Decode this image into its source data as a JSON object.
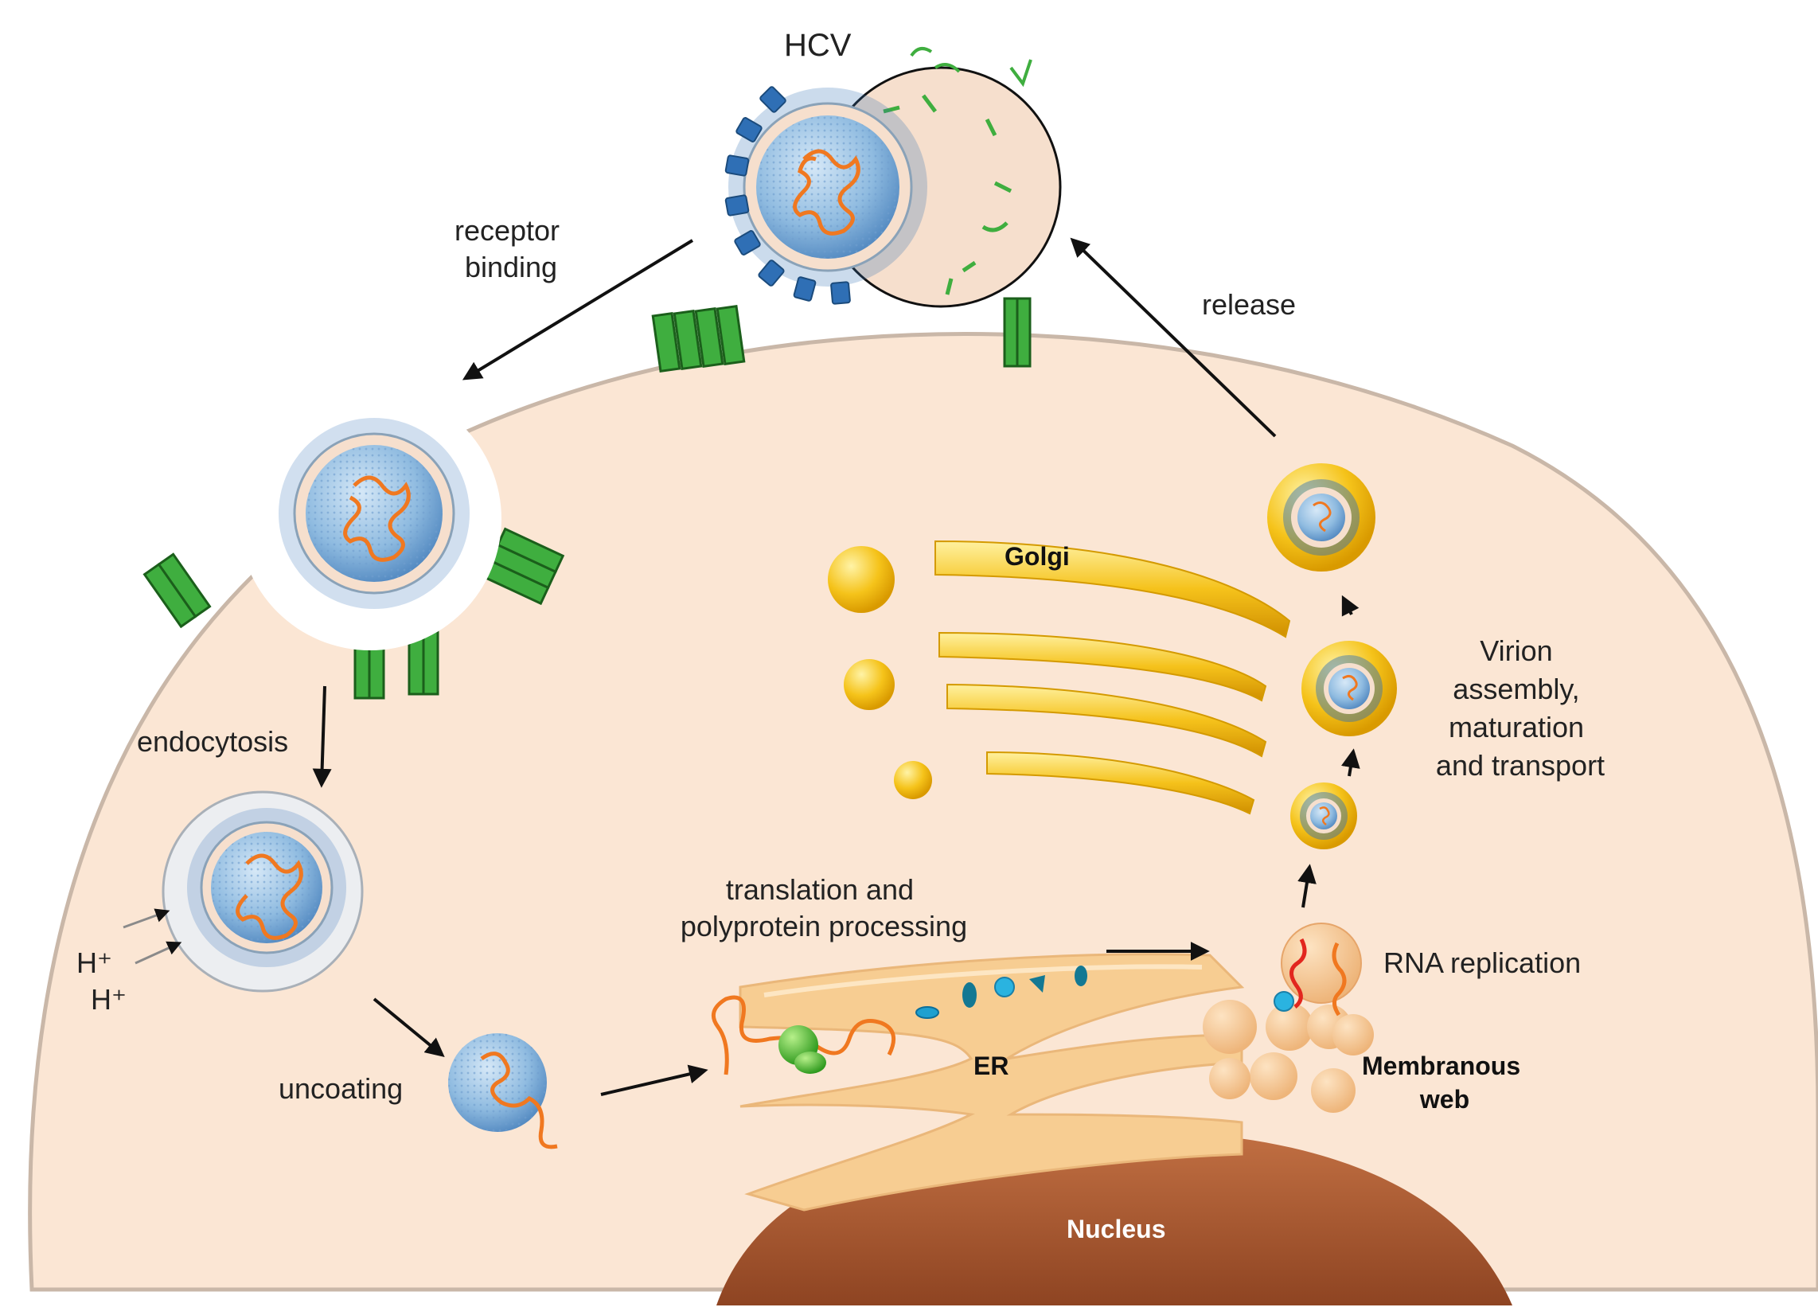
{
  "labels": {
    "hcv": "HCV",
    "receptor_binding": [
      "receptor",
      "binding"
    ],
    "release": "release",
    "endocytosis": "endocytosis",
    "h_plus": "H⁺",
    "uncoating": "uncoating",
    "translation": [
      "translation and",
      "polyprotein processing"
    ],
    "golgi": "Golgi",
    "virion_assembly": [
      "Virion",
      "assembly,",
      "maturation",
      "and transport"
    ],
    "rna_replication": "RNA replication",
    "er": "ER",
    "membranous_web": [
      "Membranous",
      "web"
    ],
    "nucleus": "Nucleus"
  },
  "colors": {
    "cytoplasm": "#fbe6d4",
    "membrane": "#c9b7a8",
    "nucleus": "#b4653a",
    "er": "#f7cd92",
    "golgi": "#f4c21a",
    "receptor": "#3fae3f",
    "envelope_protein": "#2f6fb5",
    "capsid": "#9cc3e4",
    "rna": "#f07820",
    "lipoprotein": "#f6dfcd",
    "arrow": "#111111"
  }
}
